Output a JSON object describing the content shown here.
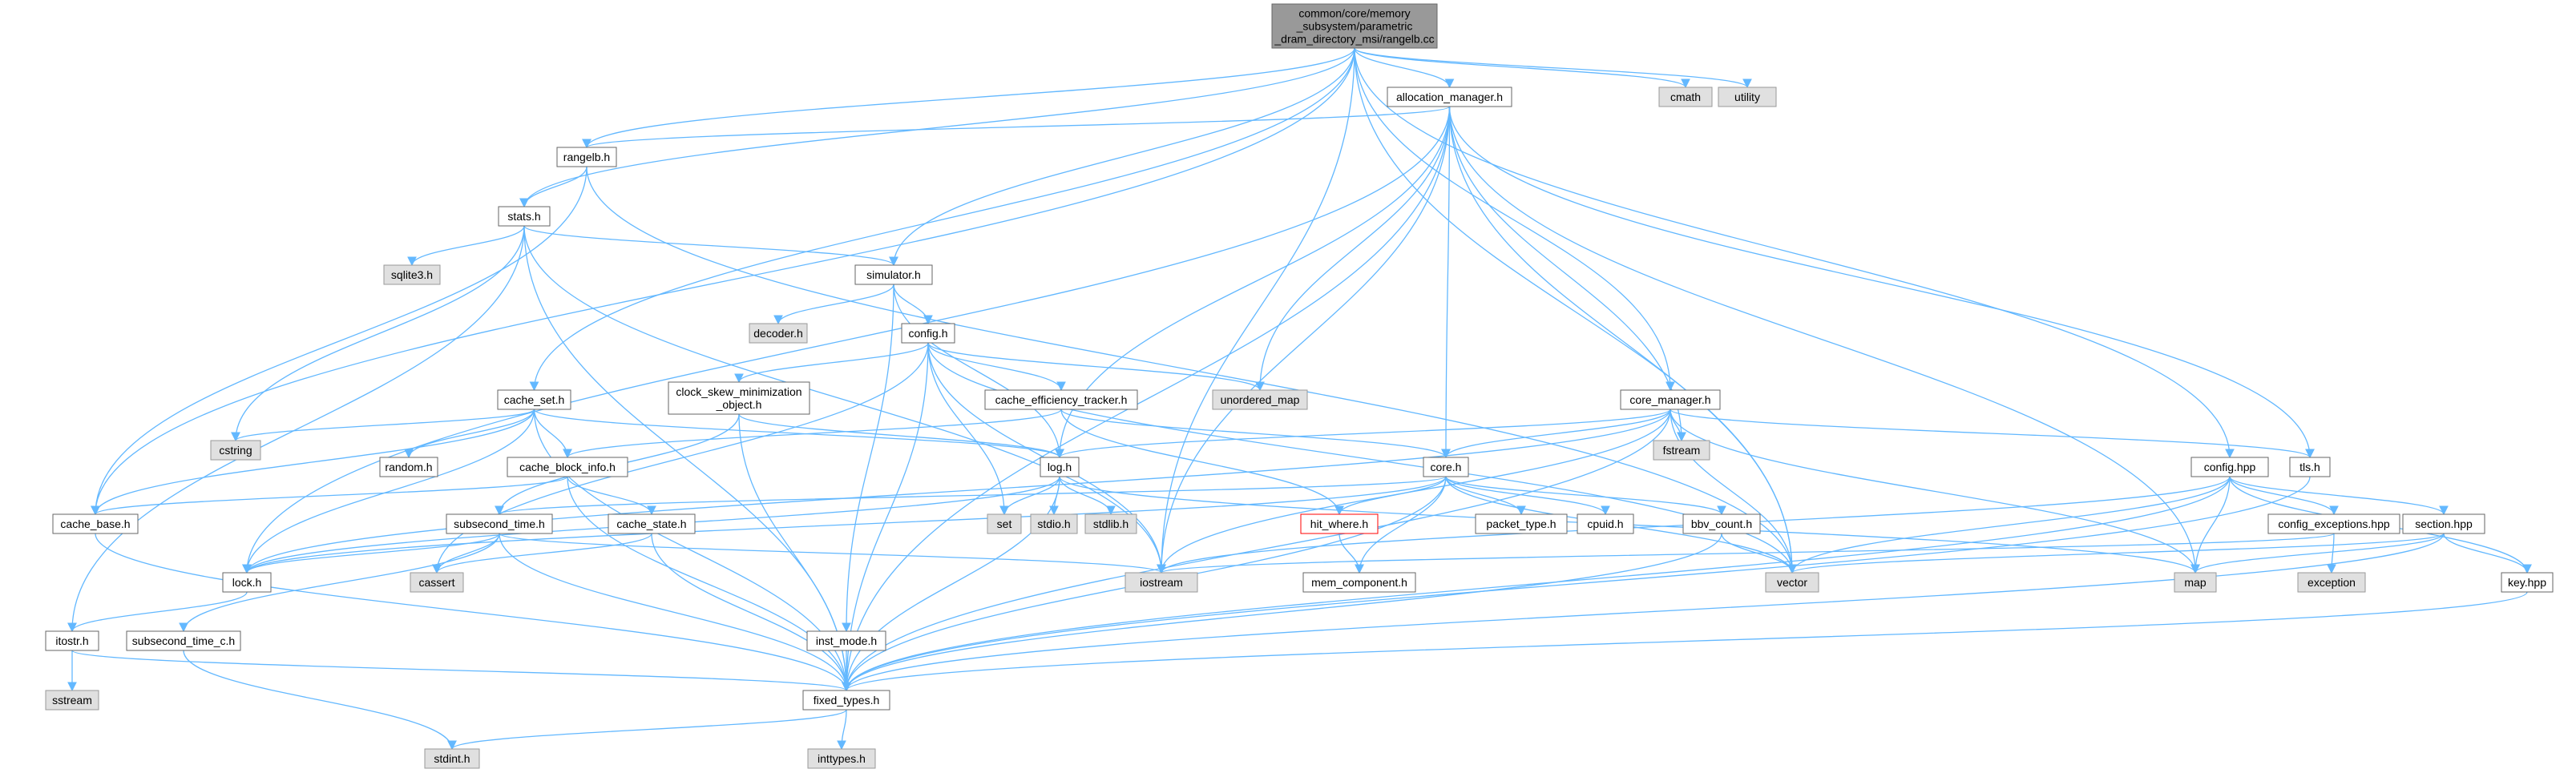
{
  "diagram": {
    "style": {
      "edge_color": "#63b8ff",
      "external_fill": "#e0e0e0",
      "external_stroke": "#999999",
      "file_fill": "#ffffff",
      "file_stroke": "#666666",
      "root_fill": "#999999",
      "root_stroke": "#666666",
      "highlight_stroke": "#ff0000"
    },
    "nodes": [
      {
        "id": "root",
        "label": "common/core/memory\n_subsystem/parametric\n_dram_directory_msi/rangelb.cc",
        "kind": "root"
      },
      {
        "id": "cmath",
        "label": "cmath",
        "kind": "external"
      },
      {
        "id": "utility",
        "label": "utility",
        "kind": "external"
      },
      {
        "id": "allocation_manager",
        "label": "allocation_manager.h",
        "kind": "file"
      },
      {
        "id": "rangelb",
        "label": "rangelb.h",
        "kind": "file"
      },
      {
        "id": "stats",
        "label": "stats.h",
        "kind": "file"
      },
      {
        "id": "sqlite3",
        "label": "sqlite3.h",
        "kind": "external"
      },
      {
        "id": "simulator",
        "label": "simulator.h",
        "kind": "file"
      },
      {
        "id": "decoder",
        "label": "decoder.h",
        "kind": "external"
      },
      {
        "id": "config_h",
        "label": "config.h",
        "kind": "file"
      },
      {
        "id": "unordered_map",
        "label": "unordered_map",
        "kind": "external"
      },
      {
        "id": "clock_skew",
        "label": "clock_skew_minimization\n_object.h",
        "kind": "file"
      },
      {
        "id": "cache_eff",
        "label": "cache_efficiency_tracker.h",
        "kind": "file"
      },
      {
        "id": "cache_set",
        "label": "cache_set.h",
        "kind": "file"
      },
      {
        "id": "cstring",
        "label": "cstring",
        "kind": "external"
      },
      {
        "id": "random",
        "label": "random.h",
        "kind": "file"
      },
      {
        "id": "cache_block_info",
        "label": "cache_block_info.h",
        "kind": "file"
      },
      {
        "id": "cache_base",
        "label": "cache_base.h",
        "kind": "file"
      },
      {
        "id": "log",
        "label": "log.h",
        "kind": "file"
      },
      {
        "id": "set",
        "label": "set",
        "kind": "external"
      },
      {
        "id": "stdio",
        "label": "stdio.h",
        "kind": "external"
      },
      {
        "id": "stdlib",
        "label": "stdlib.h",
        "kind": "external"
      },
      {
        "id": "core_manager",
        "label": "core_manager.h",
        "kind": "file"
      },
      {
        "id": "fstream",
        "label": "fstream",
        "kind": "external"
      },
      {
        "id": "core",
        "label": "core.h",
        "kind": "file"
      },
      {
        "id": "tls",
        "label": "tls.h",
        "kind": "file"
      },
      {
        "id": "config_hpp",
        "label": "config.hpp",
        "kind": "file"
      },
      {
        "id": "subsecond_time",
        "label": "subsecond_time.h",
        "kind": "file"
      },
      {
        "id": "cache_state",
        "label": "cache_state.h",
        "kind": "file"
      },
      {
        "id": "hit_where",
        "label": "hit_where.h",
        "kind": "highlight"
      },
      {
        "id": "packet_type",
        "label": "packet_type.h",
        "kind": "file"
      },
      {
        "id": "cpuid",
        "label": "cpuid.h",
        "kind": "file"
      },
      {
        "id": "bbv_count",
        "label": "bbv_count.h",
        "kind": "file"
      },
      {
        "id": "config_exceptions",
        "label": "config_exceptions.hpp",
        "kind": "file"
      },
      {
        "id": "section",
        "label": "section.hpp",
        "kind": "file"
      },
      {
        "id": "exception",
        "label": "exception",
        "kind": "external"
      },
      {
        "id": "key",
        "label": "key.hpp",
        "kind": "file"
      },
      {
        "id": "lock",
        "label": "lock.h",
        "kind": "file"
      },
      {
        "id": "cassert",
        "label": "cassert",
        "kind": "external"
      },
      {
        "id": "iostream",
        "label": "iostream",
        "kind": "external"
      },
      {
        "id": "mem_component",
        "label": "mem_component.h",
        "kind": "file"
      },
      {
        "id": "vector",
        "label": "vector",
        "kind": "external"
      },
      {
        "id": "map",
        "label": "map",
        "kind": "external"
      },
      {
        "id": "itostr",
        "label": "itostr.h",
        "kind": "file"
      },
      {
        "id": "subsecond_time_c",
        "label": "subsecond_time_c.h",
        "kind": "file"
      },
      {
        "id": "inst_mode",
        "label": "inst_mode.h",
        "kind": "file"
      },
      {
        "id": "sstream",
        "label": "sstream",
        "kind": "external"
      },
      {
        "id": "fixed_types",
        "label": "fixed_types.h",
        "kind": "file"
      },
      {
        "id": "stdint",
        "label": "stdint.h",
        "kind": "external"
      },
      {
        "id": "inttypes",
        "label": "inttypes.h",
        "kind": "external"
      }
    ],
    "edges": [
      [
        "root",
        "cmath"
      ],
      [
        "root",
        "utility"
      ],
      [
        "root",
        "allocation_manager"
      ],
      [
        "root",
        "rangelb"
      ],
      [
        "root",
        "stats"
      ],
      [
        "root",
        "simulator"
      ],
      [
        "root",
        "cache_set"
      ],
      [
        "root",
        "cache_base"
      ],
      [
        "root",
        "iostream"
      ],
      [
        "root",
        "core_manager"
      ],
      [
        "root",
        "config_hpp"
      ],
      [
        "root",
        "vector"
      ],
      [
        "allocation_manager",
        "rangelb"
      ],
      [
        "allocation_manager",
        "unordered_map"
      ],
      [
        "allocation_manager",
        "log"
      ],
      [
        "allocation_manager",
        "lock"
      ],
      [
        "allocation_manager",
        "iostream"
      ],
      [
        "allocation_manager",
        "fixed_types"
      ],
      [
        "allocation_manager",
        "core"
      ],
      [
        "allocation_manager",
        "fstream"
      ],
      [
        "allocation_manager",
        "vector"
      ],
      [
        "allocation_manager",
        "map"
      ],
      [
        "allocation_manager",
        "tls"
      ],
      [
        "rangelb",
        "stats"
      ],
      [
        "rangelb",
        "cache_base"
      ],
      [
        "rangelb",
        "vector"
      ],
      [
        "stats",
        "sqlite3"
      ],
      [
        "stats",
        "simulator"
      ],
      [
        "stats",
        "cstring"
      ],
      [
        "stats",
        "itostr"
      ],
      [
        "stats",
        "fixed_types"
      ],
      [
        "stats",
        "iostream"
      ],
      [
        "simulator",
        "decoder"
      ],
      [
        "simulator",
        "config_h"
      ],
      [
        "simulator",
        "log"
      ],
      [
        "simulator",
        "inst_mode"
      ],
      [
        "config_h",
        "unordered_map"
      ],
      [
        "config_h",
        "clock_skew"
      ],
      [
        "config_h",
        "cache_eff"
      ],
      [
        "config_h",
        "set"
      ],
      [
        "config_h",
        "cassert"
      ],
      [
        "config_h",
        "iostream"
      ],
      [
        "config_h",
        "fixed_types"
      ],
      [
        "config_h",
        "vector"
      ],
      [
        "clock_skew",
        "log"
      ],
      [
        "clock_skew",
        "subsecond_time"
      ],
      [
        "clock_skew",
        "fixed_types"
      ],
      [
        "cache_eff",
        "core"
      ],
      [
        "cache_eff",
        "hit_where"
      ],
      [
        "cache_eff",
        "cache_block_info"
      ],
      [
        "cache_set",
        "cstring"
      ],
      [
        "cache_set",
        "random"
      ],
      [
        "cache_set",
        "cache_block_info"
      ],
      [
        "cache_set",
        "cache_base"
      ],
      [
        "cache_set",
        "log"
      ],
      [
        "cache_set",
        "lock"
      ],
      [
        "cache_set",
        "fixed_types"
      ],
      [
        "cache_block_info",
        "cache_state"
      ],
      [
        "cache_block_info",
        "cache_base"
      ],
      [
        "cache_block_info",
        "fixed_types"
      ],
      [
        "cache_base",
        "fixed_types"
      ],
      [
        "log",
        "set"
      ],
      [
        "log",
        "stdio"
      ],
      [
        "log",
        "stdlib"
      ],
      [
        "log",
        "lock"
      ],
      [
        "log",
        "fixed_types"
      ],
      [
        "log",
        "map"
      ],
      [
        "core_manager",
        "fstream"
      ],
      [
        "core_manager",
        "log"
      ],
      [
        "core_manager",
        "core"
      ],
      [
        "core_manager",
        "tls"
      ],
      [
        "core_manager",
        "lock"
      ],
      [
        "core_manager",
        "iostream"
      ],
      [
        "core_manager",
        "vector"
      ],
      [
        "core_manager",
        "map"
      ],
      [
        "core_manager",
        "fixed_types"
      ],
      [
        "core",
        "packet_type"
      ],
      [
        "core",
        "cpuid"
      ],
      [
        "core",
        "bbv_count"
      ],
      [
        "core",
        "hit_where"
      ],
      [
        "core",
        "mem_component"
      ],
      [
        "core",
        "subsecond_time"
      ],
      [
        "core",
        "lock"
      ],
      [
        "core",
        "fixed_types"
      ],
      [
        "core",
        "vector"
      ],
      [
        "tls",
        "fixed_types"
      ],
      [
        "config_hpp",
        "config_exceptions"
      ],
      [
        "config_hpp",
        "section"
      ],
      [
        "config_hpp",
        "key"
      ],
      [
        "config_hpp",
        "map"
      ],
      [
        "config_hpp",
        "vector"
      ],
      [
        "config_hpp",
        "iostream"
      ],
      [
        "config_hpp",
        "fixed_types"
      ],
      [
        "config_exceptions",
        "exception"
      ],
      [
        "config_exceptions",
        "iostream"
      ],
      [
        "section",
        "key"
      ],
      [
        "section",
        "map"
      ],
      [
        "section",
        "vector"
      ],
      [
        "section",
        "fixed_types"
      ],
      [
        "key",
        "fixed_types"
      ],
      [
        "subsecond_time",
        "lock"
      ],
      [
        "subsecond_time",
        "cassert"
      ],
      [
        "subsecond_time",
        "iostream"
      ],
      [
        "subsecond_time",
        "subsecond_time_c"
      ],
      [
        "subsecond_time",
        "fixed_types"
      ],
      [
        "cache_state",
        "cassert"
      ],
      [
        "cache_state",
        "fixed_types"
      ],
      [
        "hit_where",
        "mem_component"
      ],
      [
        "bbv_count",
        "vector"
      ],
      [
        "bbv_count",
        "fixed_types"
      ],
      [
        "lock",
        "itostr"
      ],
      [
        "itostr",
        "sstream"
      ],
      [
        "itostr",
        "fixed_types"
      ],
      [
        "subsecond_time_c",
        "stdint"
      ],
      [
        "inst_mode",
        "fixed_types"
      ],
      [
        "fixed_types",
        "stdint"
      ],
      [
        "fixed_types",
        "inttypes"
      ]
    ]
  }
}
